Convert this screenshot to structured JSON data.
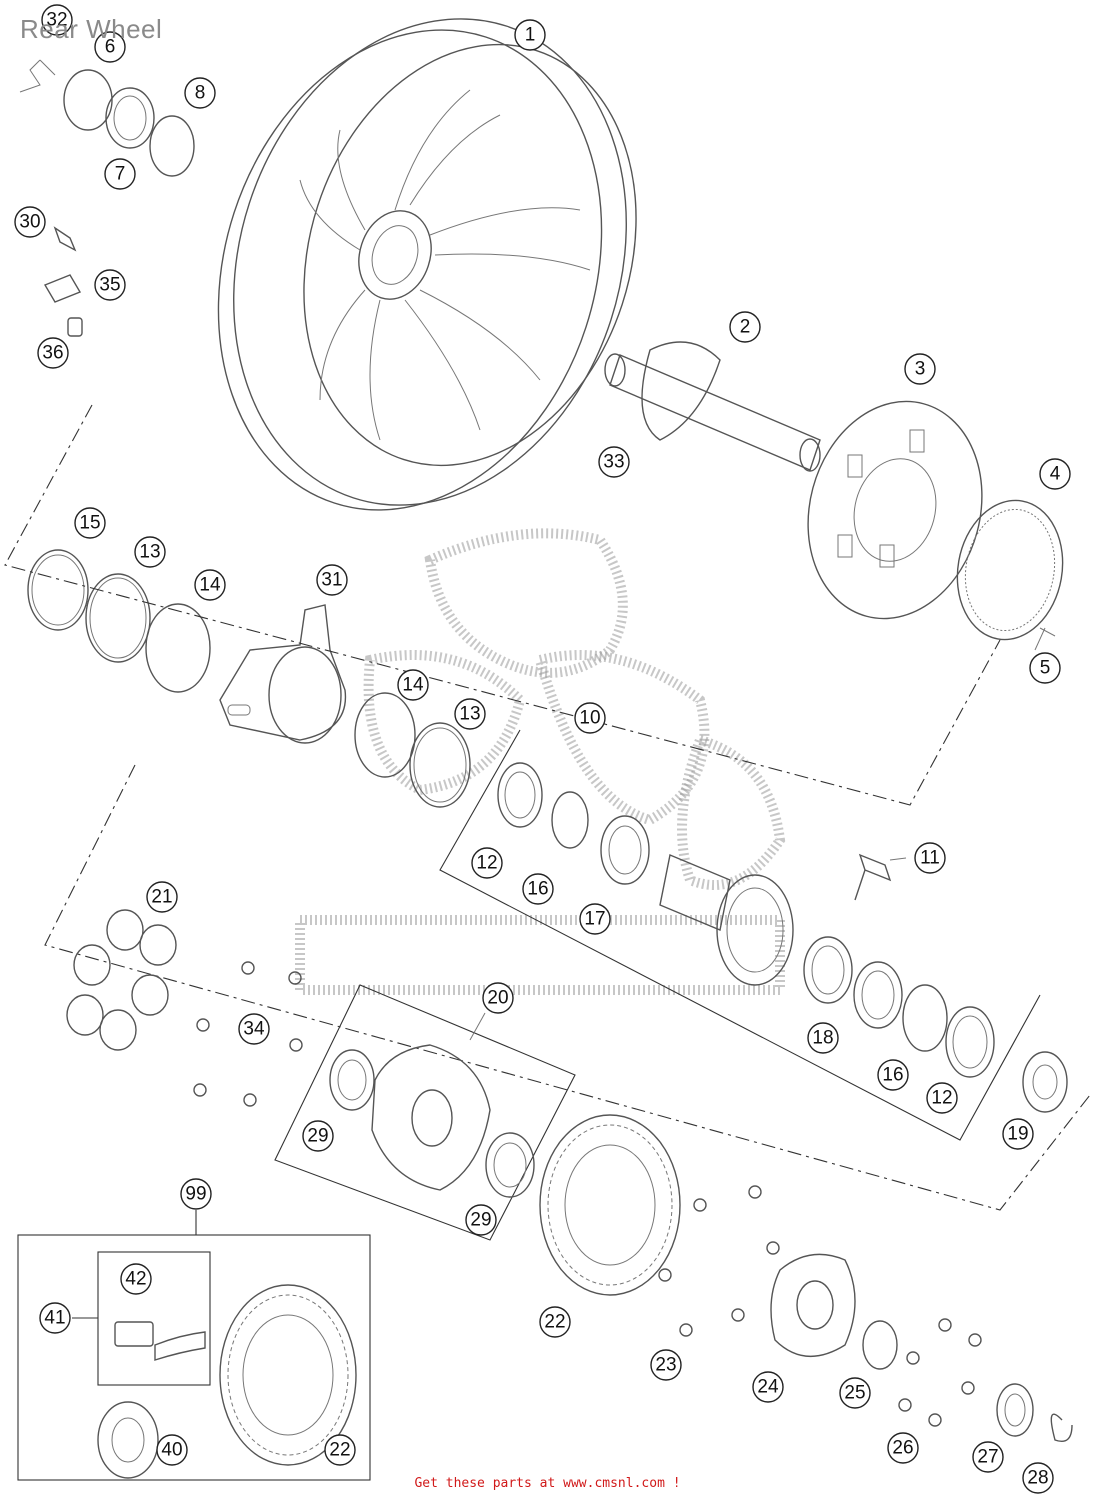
{
  "title": "Rear Wheel",
  "footer": "Get these parts at www.cmsnl.com !",
  "callouts": [
    "1",
    "2",
    "3",
    "4",
    "5",
    "6",
    "7",
    "8",
    "10",
    "11",
    "12",
    "12",
    "13",
    "13",
    "14",
    "14",
    "15",
    "16",
    "16",
    "17",
    "18",
    "19",
    "20",
    "21",
    "22",
    "22",
    "23",
    "24",
    "25",
    "26",
    "27",
    "28",
    "29",
    "29",
    "30",
    "31",
    "32",
    "33",
    "34",
    "35",
    "36",
    "40",
    "41",
    "42",
    "99"
  ],
  "accent_color": "#d11a1a"
}
